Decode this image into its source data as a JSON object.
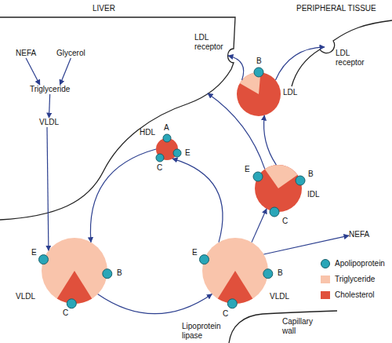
{
  "diagram": {
    "nodes": [
      {
        "text": [
          "LIVER"
        ]
      },
      {
        "text": [
          "NEFA"
        ],
        "in": 0
      },
      {
        "text": [
          "Glycerol"
        ],
        "in": 0
      },
      {
        "text": [
          "Triglyceride"
        ],
        "in": 0
      },
      {
        "text": [
          "VLDL"
        ],
        "in": 0
      },
      {
        "text": [
          "PERIPHERAL TISSUE"
        ]
      },
      {
        "text": [
          "LDL"
        ]
      },
      {
        "text": [
          "HDL"
        ]
      },
      {
        "text": [
          "IDL"
        ]
      },
      {
        "text": [
          "VLDL"
        ]
      },
      {
        "text": [
          "VLDL"
        ]
      },
      {
        "text": [
          "NEFA"
        ]
      }
    ],
    "edges": [
      {
        "from": 1,
        "to": 3,
        "arrow": "to"
      },
      {
        "from": 2,
        "to": 3,
        "arrow": "to"
      },
      {
        "from": 3,
        "to": 4,
        "arrow": "to"
      },
      {
        "from": 4,
        "to": 9,
        "arrow": "to"
      },
      {
        "from": 9,
        "to": 10,
        "arrow": "to"
      },
      {
        "from": 10,
        "to": 11,
        "arrow": "to"
      },
      {
        "from": 10,
        "to": 7,
        "arrow": "to"
      },
      {
        "from": 7,
        "to": 9,
        "arrow": "to"
      },
      {
        "from": 10,
        "to": 8,
        "arrow": "to"
      },
      {
        "from": 8,
        "to": 6,
        "arrow": "to"
      },
      {
        "from": 8,
        "to": 0,
        "arrow": "to"
      },
      {
        "from": 6,
        "to": 0,
        "arrow": "to"
      },
      {
        "from": 6,
        "to": 5,
        "arrow": "to"
      }
    ],
    "labels": [
      "LDL receptor",
      "LDL receptor",
      "B",
      "A",
      "E",
      "C",
      "E",
      "B",
      "C",
      "E",
      "B",
      "C",
      "E",
      "B",
      "C",
      "Capillary wall",
      "Lipoprotein lipase"
    ],
    "legend": [
      {
        "text": "Apolipoprotein",
        "color": "#2aa6b8"
      },
      {
        "text": "Triglyceride",
        "color": "#f9c4ab"
      },
      {
        "text": "Cholesterol",
        "color": "#e0503c"
      }
    ]
  }
}
